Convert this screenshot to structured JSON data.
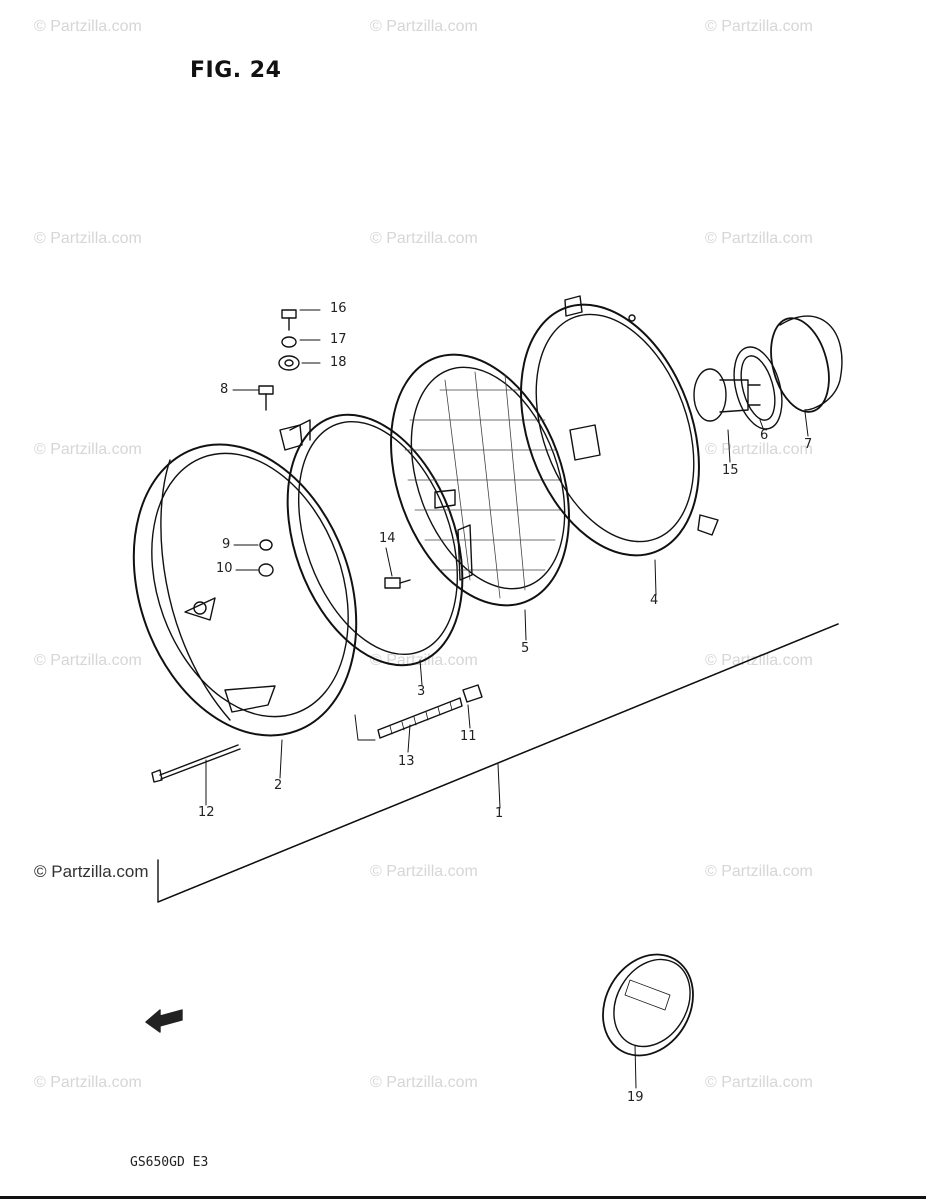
{
  "figure": {
    "title": "FIG. 24",
    "model": "GS650GD  E3"
  },
  "watermark": {
    "text": "© Partzilla.com"
  },
  "credit": "© Partzilla.com",
  "callouts": {
    "p1": "1",
    "p2": "2",
    "p3": "3",
    "p4": "4",
    "p5": "5",
    "p6": "6",
    "p7": "7",
    "p8": "8",
    "p9": "9",
    "p10": "10",
    "p11": "11",
    "p12": "12",
    "p13": "13",
    "p14": "14",
    "p15": "15",
    "p16": "16",
    "p17": "17",
    "p18": "18",
    "p19": "19"
  },
  "icons": {
    "arrow": "front-direction-arrow-icon"
  }
}
